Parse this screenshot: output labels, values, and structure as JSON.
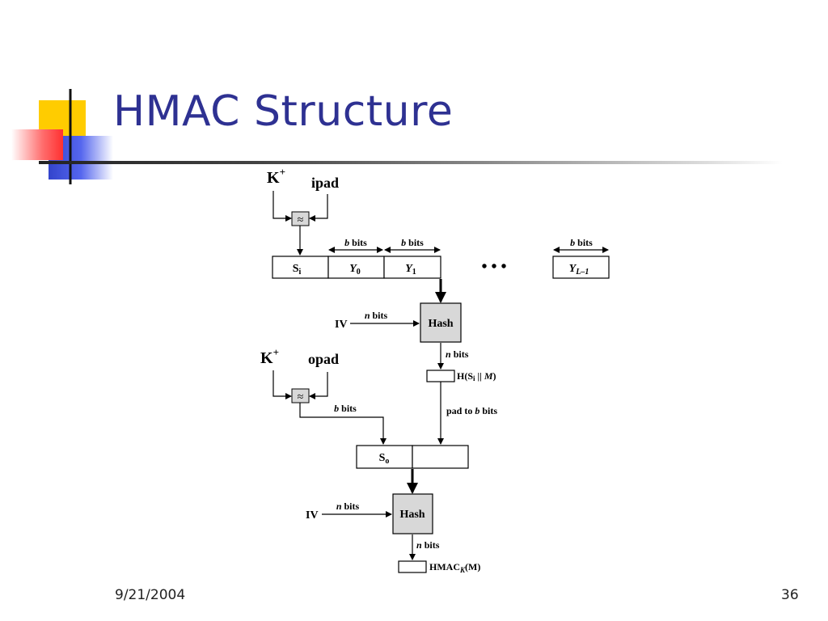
{
  "slide": {
    "title": "HMAC Structure",
    "date": "9/21/2004",
    "page_number": "36"
  },
  "diagram": {
    "k_plus_1": {
      "base": "K",
      "sup": "+"
    },
    "ipad": "ipad",
    "k_plus_2": {
      "base": "K",
      "sup": "+"
    },
    "opad": "opad",
    "xor_symbol": "≈",
    "b_bits_var": "b",
    "bits_word": "bits",
    "n_bits_var": "n",
    "ellipsis": "• • •",
    "si": {
      "base": "S",
      "sub": "i"
    },
    "y0": {
      "base": "Y",
      "sub": "0"
    },
    "y1": {
      "base": "Y",
      "sub": "1"
    },
    "y_last": {
      "base": "Y",
      "sub": "L–1"
    },
    "iv": "IV",
    "hash": "Hash",
    "h_si_m": {
      "pre": "H(S",
      "sub": "i",
      "mid": " || ",
      "m": "M",
      "post": ")"
    },
    "pad_to_b_bits": {
      "pre": "pad to ",
      "var": "b",
      "post": " bits"
    },
    "so": {
      "base": "S",
      "sub": "o"
    },
    "hmac_output": {
      "pre": "HMAC",
      "sub": "K",
      "post": "(M)"
    }
  }
}
